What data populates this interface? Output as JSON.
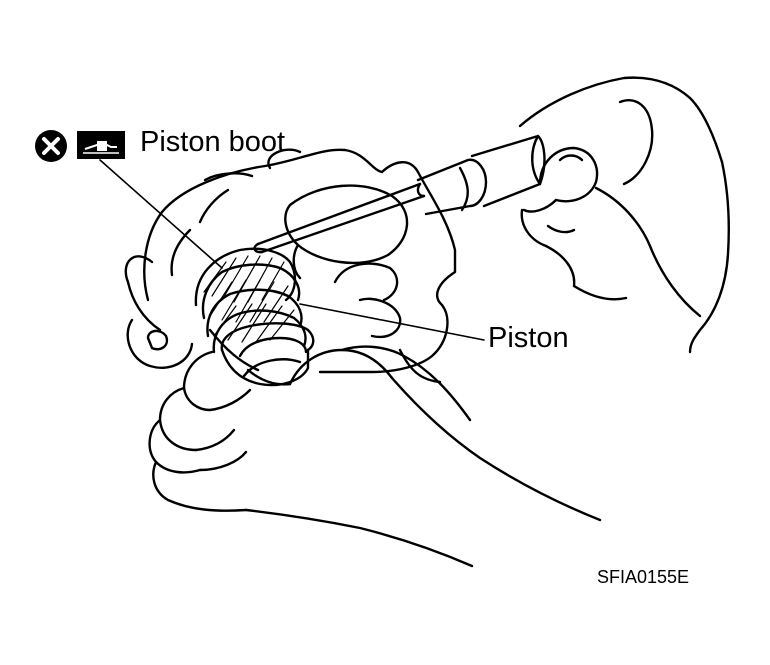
{
  "labels": {
    "piston_boot": "Piston boot",
    "piston": "Piston",
    "figure_code": "SFIA0155E"
  },
  "icons": {
    "replace": "x-circle-icon",
    "grease": "grease-tube-icon"
  },
  "colors": {
    "ink": "#000000",
    "background": "#ffffff"
  }
}
